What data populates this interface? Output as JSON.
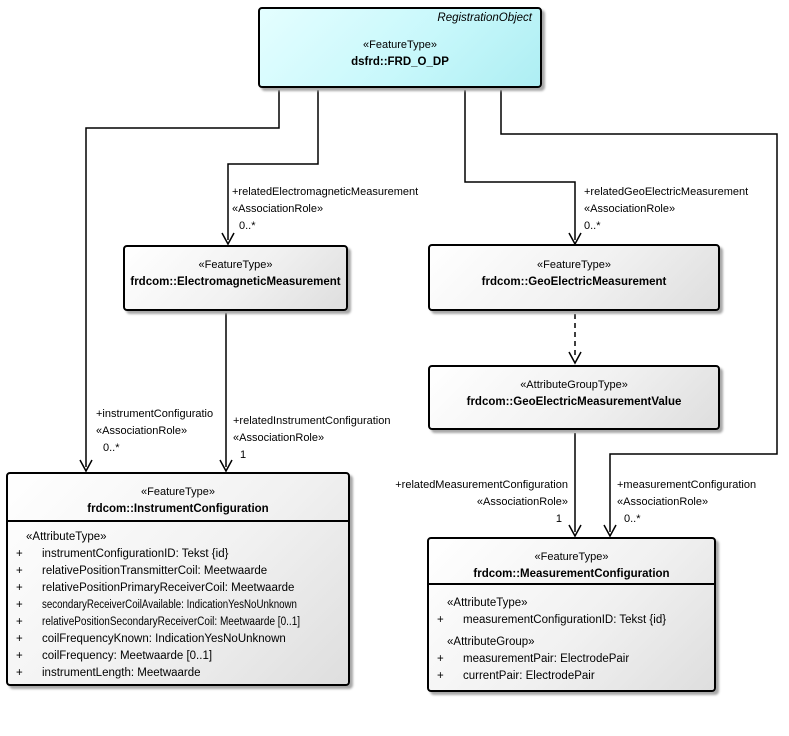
{
  "colors": {
    "background": "#ffffff",
    "registration_fill": "#c8f8fb",
    "box_fill": "#eeeeee",
    "border": "#000000",
    "shadow": "#a8a8a8",
    "line": "#000000"
  },
  "boxes": {
    "frd_o_dp": {
      "annotation": "RegistrationObject",
      "stereotype": "«FeatureType»",
      "name": "dsfrd::FRD_O_DP"
    },
    "electromagnetic_measurement": {
      "stereotype": "«FeatureType»",
      "name": "frdcom::ElectromagneticMeasurement"
    },
    "geo_electric_measurement": {
      "stereotype": "«FeatureType»",
      "name": "frdcom::GeoElectricMeasurement"
    },
    "geo_electric_measurement_value": {
      "stereotype": "«AttributeGroupType»",
      "name": "frdcom::GeoElectricMeasurementValue"
    },
    "instrument_configuration": {
      "stereotype": "«FeatureType»",
      "name": "frdcom::InstrumentConfiguration",
      "attr_heading": "«AttributeType»",
      "attributes": [
        {
          "vis": "+",
          "text": "instrumentConfigurationID: Tekst {id}"
        },
        {
          "vis": "+",
          "text": "relativePositionTransmitterCoil: Meetwaarde"
        },
        {
          "vis": "+",
          "text": "relativePositionPrimaryReceiverCoil: Meetwaarde"
        },
        {
          "vis": "+",
          "text": "secondaryReceiverCoilAvailable: IndicationYesNoUnknown"
        },
        {
          "vis": "+",
          "text": "relativePositionSecondaryReceiverCoil: Meetwaarde [0..1]"
        },
        {
          "vis": "+",
          "text": "coilFrequencyKnown: IndicationYesNoUnknown"
        },
        {
          "vis": "+",
          "text": "coilFrequency: Meetwaarde [0..1]"
        },
        {
          "vis": "+",
          "text": "instrumentLength: Meetwaarde"
        }
      ]
    },
    "measurement_configuration": {
      "stereotype": "«FeatureType»",
      "name": "frdcom::MeasurementConfiguration",
      "attr_heading": "«AttributeType»",
      "attributes": [
        {
          "vis": "+",
          "text": "measurementConfigurationID: Tekst {id}"
        }
      ],
      "group_heading": "«AttributeGroup»",
      "group_attributes": [
        {
          "vis": "+",
          "text": "measurementPair: ElectrodePair"
        },
        {
          "vis": "+",
          "text": "currentPair: ElectrodePair"
        }
      ]
    }
  },
  "connector_labels": {
    "related_electromagnetic_measurement": {
      "name": "+relatedElectromagneticMeasurement",
      "stereotype": "«AssociationRole»",
      "multiplicity": "0..*"
    },
    "related_geo_electric_measurement": {
      "name": "+relatedGeoElectricMeasurement",
      "stereotype": "«AssociationRole»",
      "multiplicity": "0..*"
    },
    "instrument_configuration": {
      "name": "+instrumentConfiguratio",
      "stereotype": "«AssociationRole»",
      "multiplicity": "0..*"
    },
    "related_instrument_configuration": {
      "name": "+relatedInstrumentConfiguration",
      "stereotype": "«AssociationRole»",
      "multiplicity": "1"
    },
    "related_measurement_configuration": {
      "name": "+relatedMeasurementConfiguration",
      "stereotype": "«AssociationRole»",
      "multiplicity": "1"
    },
    "measurement_configuration": {
      "name": "+measurementConfiguration",
      "stereotype": "«AssociationRole»",
      "multiplicity": "0..*"
    }
  }
}
